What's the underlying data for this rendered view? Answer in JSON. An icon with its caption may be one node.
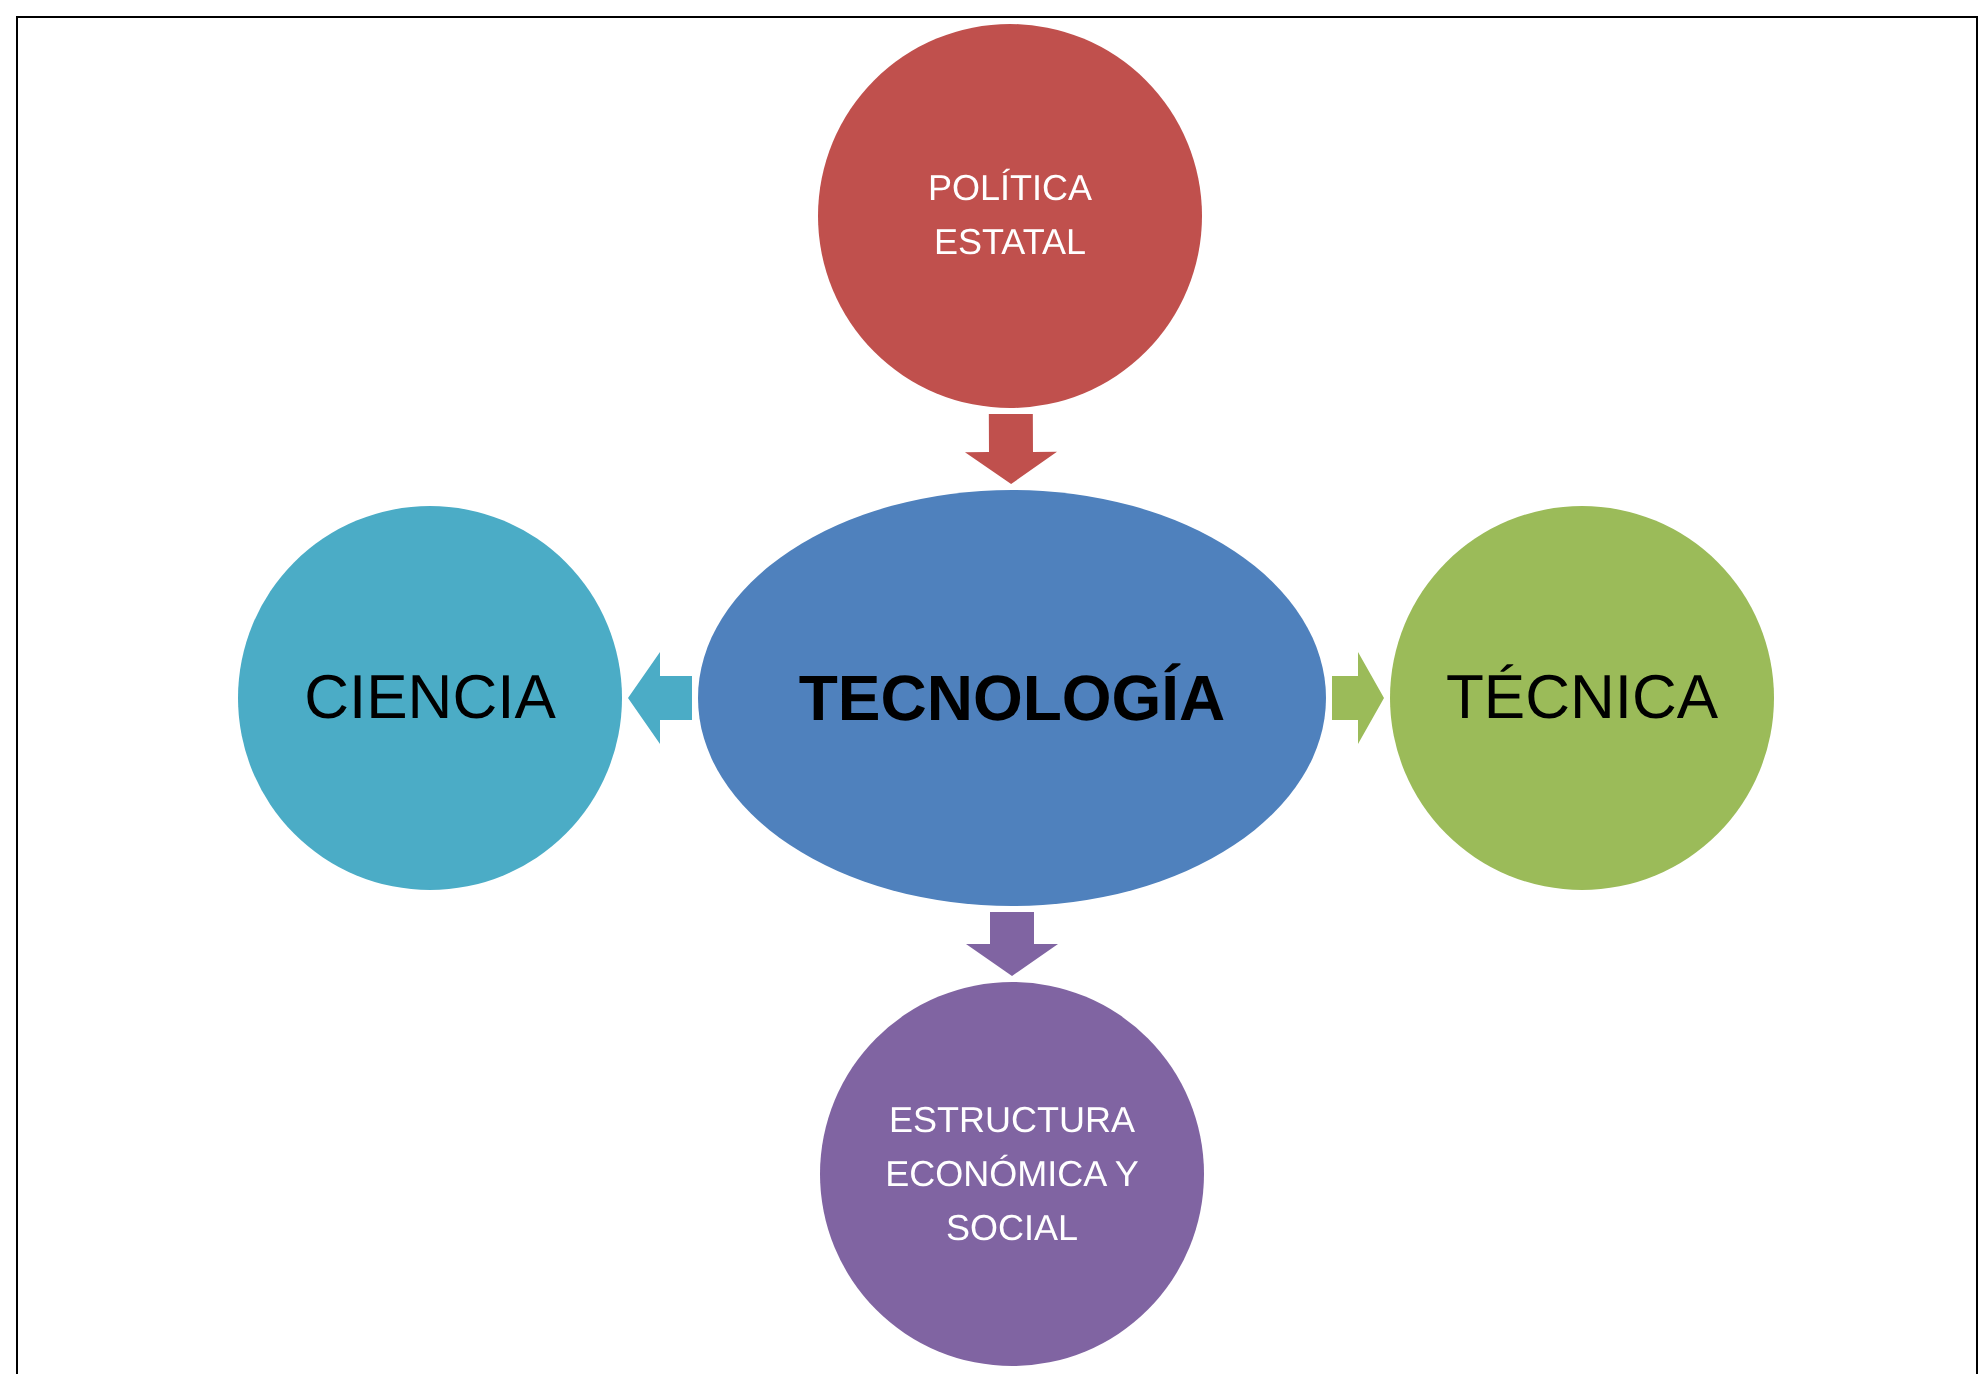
{
  "diagram": {
    "nodes": [
      {
        "text": [
          "POLÍTICA ESTATAL"
        ]
      },
      {
        "text": [
          "CIENCIA"
        ]
      },
      {
        "text": [
          "TECNOLOGÍA"
        ]
      },
      {
        "text": [
          "TÉCNICA"
        ]
      },
      {
        "text": [
          "ESTRUCTURA ECONÓMICA Y SOCIAL"
        ]
      }
    ],
    "edges": [
      {
        "from": 0,
        "to": 2,
        "arrow": "to",
        "color": "#c0504d"
      },
      {
        "from": 2,
        "to": 1,
        "arrow": "to",
        "color": "#4bacc6"
      },
      {
        "from": 2,
        "to": 3,
        "arrow": "to",
        "color": "#9bbb59"
      },
      {
        "from": 2,
        "to": 4,
        "arrow": "to",
        "color": "#8064a2"
      }
    ]
  }
}
